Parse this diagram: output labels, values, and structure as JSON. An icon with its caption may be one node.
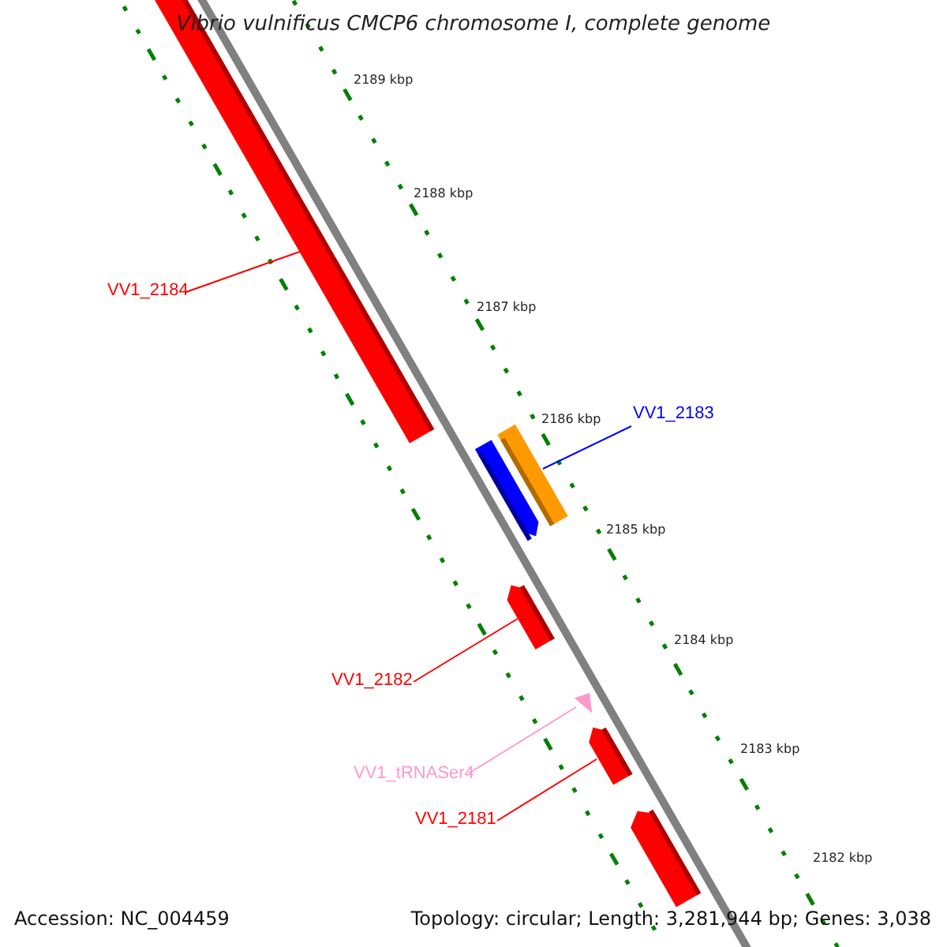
{
  "diagram": {
    "title": "Vibrio vulnificus CMCP6 chromosome I, complete genome",
    "nodes": [
      {
        "text": [
          "VV1_2184"
        ]
      },
      {
        "text": [
          "VV1_2183"
        ]
      },
      {
        "text": [
          "VV1_2182"
        ]
      },
      {
        "text": [
          "VV1_tRNASer4"
        ]
      },
      {
        "text": [
          "VV1_2181"
        ]
      },
      {
        "text": [],
        "shape": "bar"
      },
      {
        "text": [],
        "shape": "bar"
      },
      {
        "text": [],
        "shape": "bar"
      },
      {
        "text": [],
        "shape": "bar"
      },
      {
        "text": [],
        "shape": "triangle"
      },
      {
        "text": [],
        "shape": "bar"
      },
      {
        "text": [],
        "shape": "bar"
      }
    ],
    "edges": [
      {
        "from": 0,
        "to": 5,
        "arrow": "none"
      },
      {
        "from": 1,
        "to": 7,
        "arrow": "none",
        "color": "#0000ff"
      },
      {
        "from": 2,
        "to": 8,
        "arrow": "none"
      },
      {
        "from": 3,
        "to": 9,
        "arrow": "none",
        "color": "#ff99cc"
      },
      {
        "from": 4,
        "to": 10,
        "arrow": "none"
      }
    ],
    "labels": [
      "2189 kbp",
      "2188 kbp",
      "2187 kbp",
      "2186 kbp",
      "2185 kbp",
      "2184 kbp",
      "2183 kbp",
      "2182 kbp",
      "Accession: NC_004459",
      "Topology: circular; Length: 3,281,944 bp; Genes: 3,038"
    ]
  }
}
